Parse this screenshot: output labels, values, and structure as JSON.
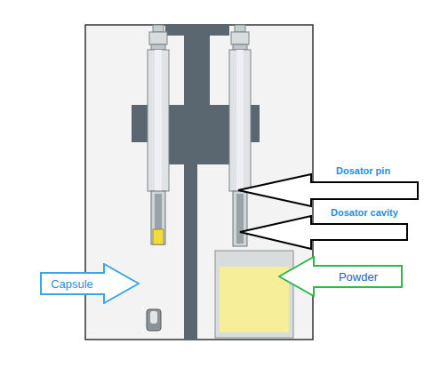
{
  "diagram": {
    "nodes": [
      {
        "text": [
          "Capsule"
        ]
      },
      {
        "text": [
          "Powder"
        ]
      }
    ],
    "labels": [
      "Dosator pin",
      "Dosator cavity"
    ]
  }
}
